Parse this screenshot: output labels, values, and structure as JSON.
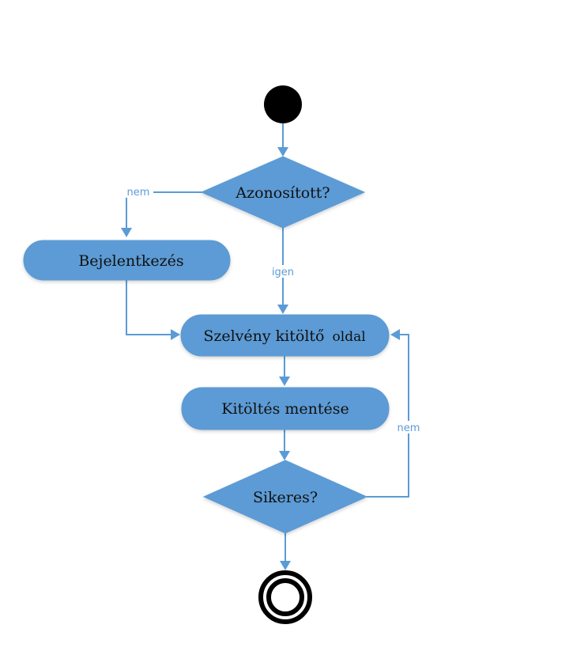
{
  "nodes": {
    "decision_authenticated": "Azonosított?",
    "login": "Bejelentkezés",
    "ticket_page_main": "Szelvény kitöltő",
    "ticket_page_suffix": "oldal",
    "save": "Kitöltés mentése",
    "decision_success": "Sikeres?"
  },
  "edges": {
    "not_authenticated": "nem",
    "authenticated": "igen",
    "not_successful": "nem"
  },
  "colors": {
    "node_fill": "#5b9bd5",
    "connector": "#5b9bd5",
    "start_end": "#000000"
  }
}
